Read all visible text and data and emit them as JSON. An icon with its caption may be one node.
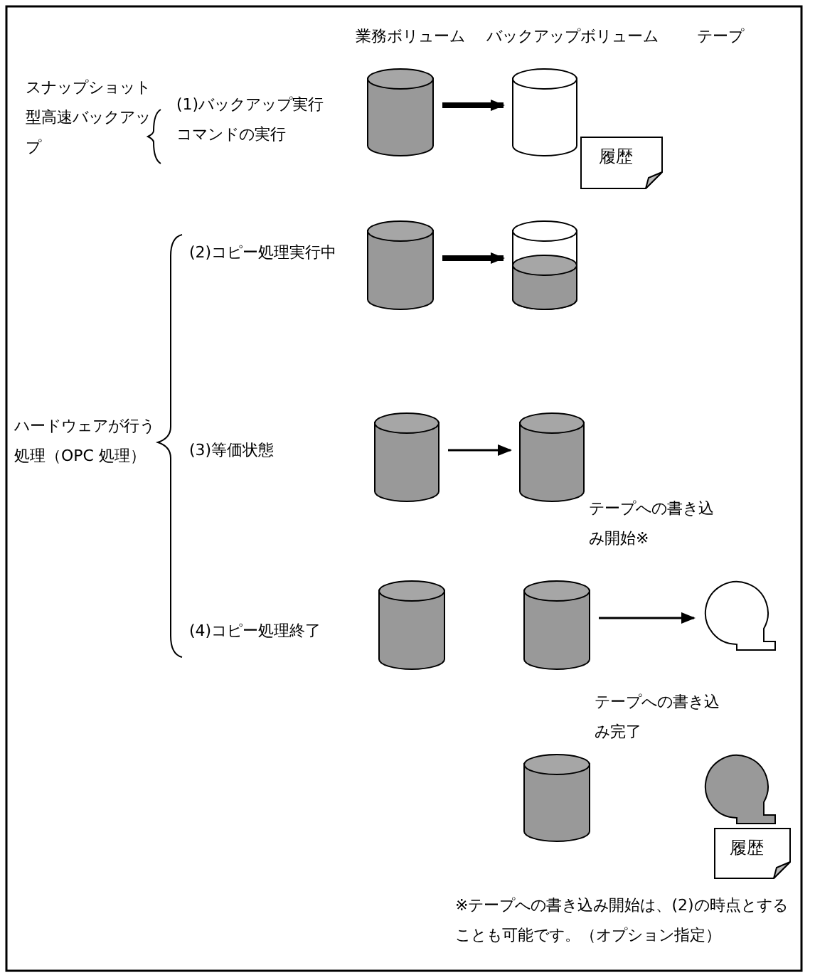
{
  "diagram": {
    "nodes": [
      {
        "text": [],
        "shape": "cylinder"
      },
      {
        "text": [],
        "shape": "cylinder"
      },
      {
        "text": [
          "履歴"
        ]
      },
      {
        "text": [],
        "shape": "cylinder"
      },
      {
        "text": [],
        "shape": "cylinder"
      },
      {
        "text": [],
        "shape": "cylinder"
      },
      {
        "text": [],
        "shape": "cylinder"
      },
      {
        "text": [],
        "shape": "cylinder"
      },
      {
        "text": [],
        "shape": "cylinder"
      },
      {
        "text": [],
        "shape": "tape"
      },
      {
        "text": [],
        "shape": "cylinder"
      },
      {
        "text": [],
        "shape": "tape"
      },
      {
        "text": [
          "履歴"
        ]
      }
    ],
    "edges": [
      {
        "from": 0,
        "to": 1,
        "arrow": "to",
        "style": "thick"
      },
      {
        "from": 3,
        "to": 4,
        "arrow": "to",
        "style": "thick"
      },
      {
        "from": 5,
        "to": 6,
        "arrow": "to"
      },
      {
        "from": 8,
        "to": 9,
        "arrow": "to"
      }
    ],
    "labels": [
      "業務ボリューム",
      "バックアップボリューム",
      "テープ",
      "スナップショット型高速バックアップ",
      "(1)バックアップ実行コマンドの実行",
      "(2)コピー処理実行中",
      "ハードウェアが行う処理（OPC 処理）",
      "(3)等価状態",
      "テープへの書き込み開始※",
      "(4)コピー処理終了",
      "テープへの書き込み完了",
      "※テープへの書き込み開始は、(2)の時点とすることも可能です。（オプション指定）"
    ]
  }
}
